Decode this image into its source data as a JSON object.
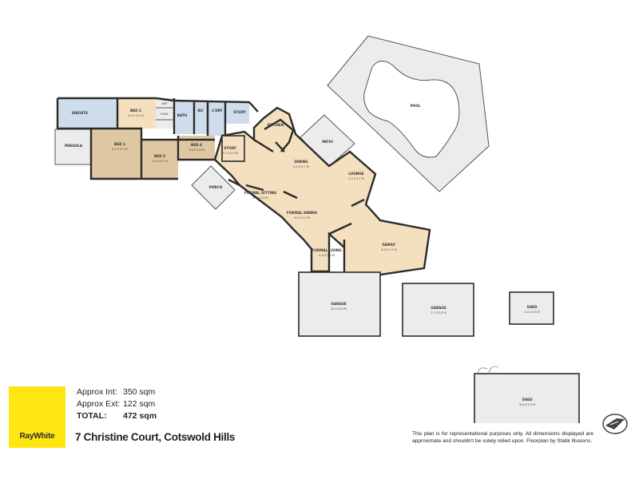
{
  "rooms": {
    "pool": {
      "name": "POOL",
      "dims": ""
    },
    "patio": {
      "name": "PATIO",
      "dims": ""
    },
    "pergola": {
      "name": "PERGOLA",
      "dims": ""
    },
    "porch": {
      "name": "PORCH",
      "dims": ""
    },
    "ensuite": {
      "name": "ENSUITE",
      "dims": ""
    },
    "bed1": {
      "name": "BED 1",
      "dims": "6.2 X 5.7 M"
    },
    "bed2": {
      "name": "BED 2",
      "dims": "4.2 X 3.4 M"
    },
    "bed3": {
      "name": "BED 3",
      "dims": "3.0 X 4.7 M"
    },
    "bed4": {
      "name": "BED 4",
      "dims": "3.6 X 3.8 M"
    },
    "bath": {
      "name": "BATH",
      "dims": ""
    },
    "wc": {
      "name": "WC",
      "dims": ""
    },
    "ldry": {
      "name": "L'DRY",
      "dims": ""
    },
    "study_upper": {
      "name": "STUDY",
      "dims": ""
    },
    "study": {
      "name": "STUDY",
      "dims": "2.7 X 2.9 M"
    },
    "kitchen": {
      "name": "KITCHEN",
      "dims": ""
    },
    "dining": {
      "name": "DINING",
      "dims": "4.4 X 4.7 M"
    },
    "lounge": {
      "name": "LOUNGE",
      "dims": "5.4 X 5.7 M"
    },
    "formal_sitting": {
      "name": "FORMAL SITTING",
      "dims": "5.7 X 5.6 M"
    },
    "formal_dining": {
      "name": "FORMAL DINING",
      "dims": "9.0 X 4.0 M"
    },
    "formal_living": {
      "name": "FORMAL LIVING",
      "dims": "4.5 X 3.5 M"
    },
    "family": {
      "name": "FAMILY",
      "dims": "6.0 X 7.0 M"
    },
    "garage1": {
      "name": "GARAGE",
      "dims": "6.4 X 6.8 M"
    },
    "garage2": {
      "name": "GARAGE",
      "dims": "7.7 X 5.8 M"
    },
    "shed_small": {
      "name": "SHED",
      "dims": "4.0 X 3.8 M"
    },
    "shed_large": {
      "name": "SHED",
      "dims": "8.6 X 5.0 M"
    }
  },
  "closets": {
    "wir": "WIR",
    "robe": "ROBE"
  },
  "areas": [
    {
      "key": "Approx Int:",
      "value": "350 sqm"
    },
    {
      "key": "Approx Ext:",
      "value": "122 sqm"
    },
    {
      "key": "TOTAL:",
      "value": "472 sqm"
    }
  ],
  "address": "7 Christine Court, Cotswold Hills",
  "logo_text": "RayWhite",
  "disclaimer": "This plan is for representational purposes only. All dimensions displayed are approximate and shouldn't be solely relied upon. Floorplan by Statik Illusions.",
  "colors": {
    "beige": "#f4dfbe",
    "tan": "#dfc8a1",
    "blue": "#cfdceb",
    "grey": "#ececec",
    "brand_yellow": "#ffe512"
  }
}
